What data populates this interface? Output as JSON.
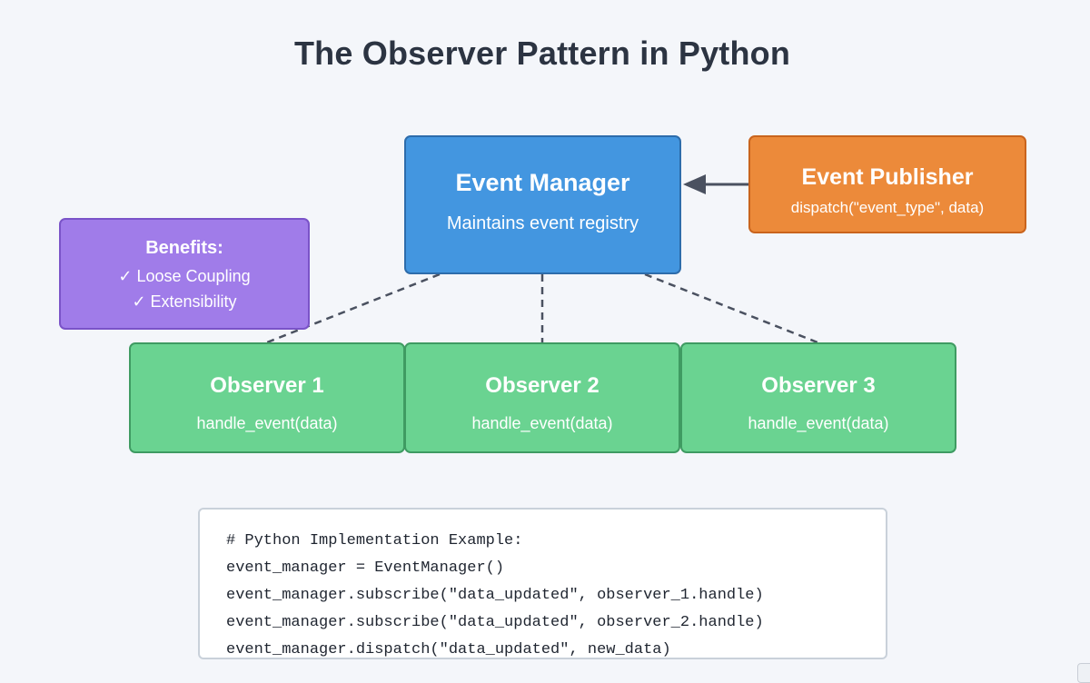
{
  "title": "The Observer Pattern in Python",
  "event_manager": {
    "heading": "Event Manager",
    "subtitle": "Maintains event registry"
  },
  "event_publisher": {
    "heading": "Event Publisher",
    "subtitle": "dispatch(\"event_type\", data)"
  },
  "benefits": {
    "heading": "Benefits:",
    "items": [
      "✓ Loose Coupling",
      "✓ Extensibility"
    ]
  },
  "observers": [
    {
      "heading": "Observer 1",
      "method": "handle_event(data)"
    },
    {
      "heading": "Observer 2",
      "method": "handle_event(data)"
    },
    {
      "heading": "Observer 3",
      "method": "handle_event(data)"
    }
  ],
  "code_example": {
    "lines": [
      "# Python Implementation Example:",
      "event_manager = EventManager()",
      "event_manager.subscribe(\"data_updated\", observer_1.handle)",
      "event_manager.subscribe(\"data_updated\", observer_2.handle)",
      "event_manager.dispatch(\"data_updated\", new_data)"
    ]
  },
  "colors": {
    "background": "#f4f6fa",
    "title": "#2c3442",
    "event_manager": "#4396e0",
    "event_publisher": "#ec8a3a",
    "benefits": "#a07ce9",
    "observer": "#6ad391",
    "connector": "#4a5160"
  },
  "connectors": [
    {
      "from": "event_publisher",
      "to": "event_manager",
      "style": "solid-arrow"
    },
    {
      "from": "event_manager",
      "to": "observer_1",
      "style": "dashed"
    },
    {
      "from": "event_manager",
      "to": "observer_2",
      "style": "dashed"
    },
    {
      "from": "event_manager",
      "to": "observer_3",
      "style": "dashed"
    }
  ]
}
